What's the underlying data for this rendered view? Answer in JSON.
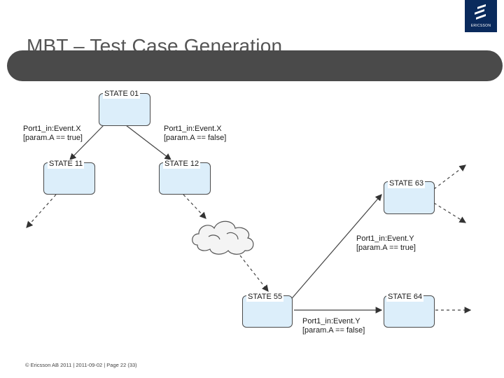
{
  "brand": {
    "logo_text": "ERICSSON"
  },
  "slide": {
    "title": "MBT – Test Case Generation"
  },
  "diagram": {
    "states": [
      {
        "id": "s01",
        "label": "STATE 01"
      },
      {
        "id": "s11",
        "label": "STATE 11"
      },
      {
        "id": "s12",
        "label": "STATE 12"
      },
      {
        "id": "s63",
        "label": "STATE 63"
      },
      {
        "id": "s55",
        "label": "STATE 55"
      },
      {
        "id": "s64",
        "label": "STATE 64"
      }
    ],
    "transitions": [
      {
        "from": "s01",
        "to": "s11",
        "line1": "Port1_in:Event.X",
        "line2": "[param.A == true]"
      },
      {
        "from": "s01",
        "to": "s12",
        "line1": "Port1_in:Event.X",
        "line2": "[param.A == false]"
      },
      {
        "from": "s55",
        "to": "s63",
        "line1": "Port1_in:Event.Y",
        "line2": "[param.A == true]"
      },
      {
        "from": "s55",
        "to": "s64",
        "line1": "Port1_in:Event.Y",
        "line2": "[param.A == false]"
      }
    ]
  },
  "footer": {
    "text": "© Ericsson AB 2011  |  2011-09-02  |  Page  22 (33)"
  }
}
